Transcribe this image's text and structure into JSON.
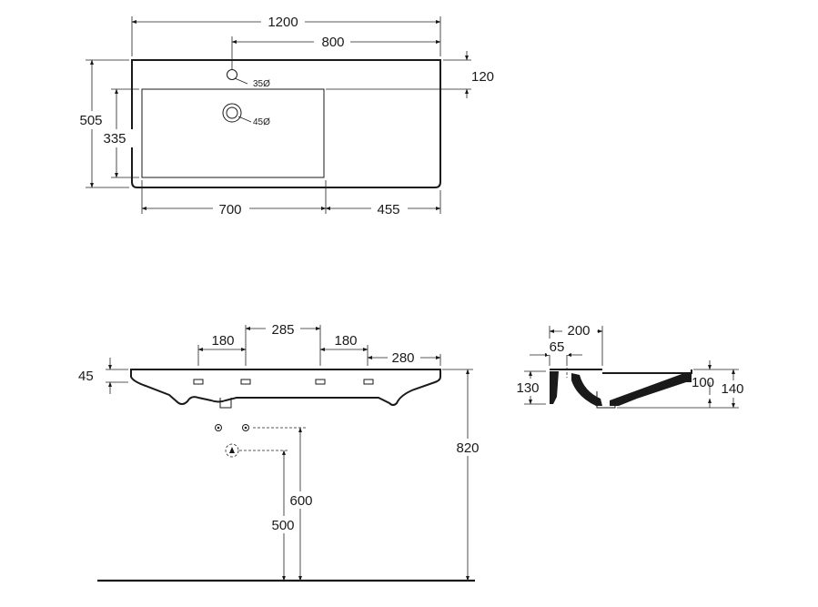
{
  "top_view": {
    "width": "1200",
    "tap_offset": "800",
    "tap_to_bowl": "120",
    "depth": "505",
    "bowl_depth": "335",
    "tap_hole": "35Ø",
    "drain_hole": "45Ø",
    "bowl_width": "700",
    "deck_width": "455"
  },
  "front_view": {
    "dim_180_left": "180",
    "dim_285": "285",
    "dim_180_right": "180",
    "dim_280": "280",
    "thickness": "45",
    "height_820": "820",
    "height_600": "600",
    "height_500": "500"
  },
  "side_view": {
    "dim_200": "200",
    "dim_65": "65",
    "dim_130": "130",
    "dim_100": "100",
    "dim_140": "140"
  }
}
